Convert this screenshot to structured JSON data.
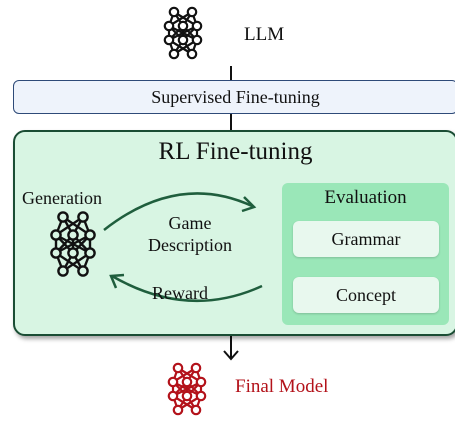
{
  "top_model": {
    "label": "LLM",
    "icon": "neural-network-icon"
  },
  "sft": {
    "label": "Supervised Fine-tuning"
  },
  "rl": {
    "title": "RL Fine-tuning",
    "generation_label": "Generation",
    "forward_label_line1": "Game",
    "forward_label_line2": "Description",
    "backward_label": "Reward",
    "evaluation": {
      "title": "Evaluation",
      "items": [
        "Grammar",
        "Concept"
      ]
    }
  },
  "final_model": {
    "label": "Final Model",
    "icon": "neural-network-icon",
    "color": "#b3121a"
  },
  "colors": {
    "rl_fill": "#d8f5e3",
    "eval_fill": "#9ae7b8",
    "sft_fill": "#eef3fb",
    "arrow_green": "#1f5e3d"
  }
}
